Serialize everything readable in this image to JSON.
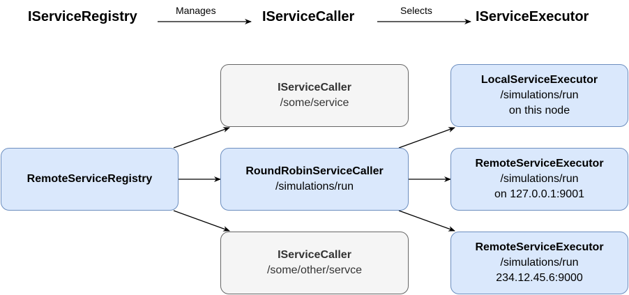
{
  "header": {
    "registry": "IServiceRegistry",
    "manages": "Manages",
    "caller": "IServiceCaller",
    "selects": "Selects",
    "executor": "IServiceExecutor"
  },
  "nodes": {
    "remote_registry": {
      "title": "RemoteServiceRegistry"
    },
    "caller_some_service": {
      "title": "IServiceCaller",
      "line1": "/some/service"
    },
    "round_robin": {
      "title": "RoundRobinServiceCaller",
      "line1": "/simulations/run"
    },
    "caller_other": {
      "title": "IServiceCaller",
      "line1": "/some/other/servce"
    },
    "local_executor": {
      "title": "LocalServiceExecutor",
      "line1": "/simulations/run",
      "line2": "on this node"
    },
    "remote_executor_1": {
      "title": "RemoteServiceExecutor",
      "line1": "/simulations/run",
      "line2": "on 127.0.0.1:9001"
    },
    "remote_executor_2": {
      "title": "RemoteServiceExecutor",
      "line1": "/simulations/run",
      "line2": "234.12.45.6:9000"
    }
  },
  "colors": {
    "blue_fill": "#dae8fc",
    "blue_stroke": "#6c8ebf",
    "gray_fill": "#f5f5f5",
    "gray_stroke": "#666666"
  }
}
